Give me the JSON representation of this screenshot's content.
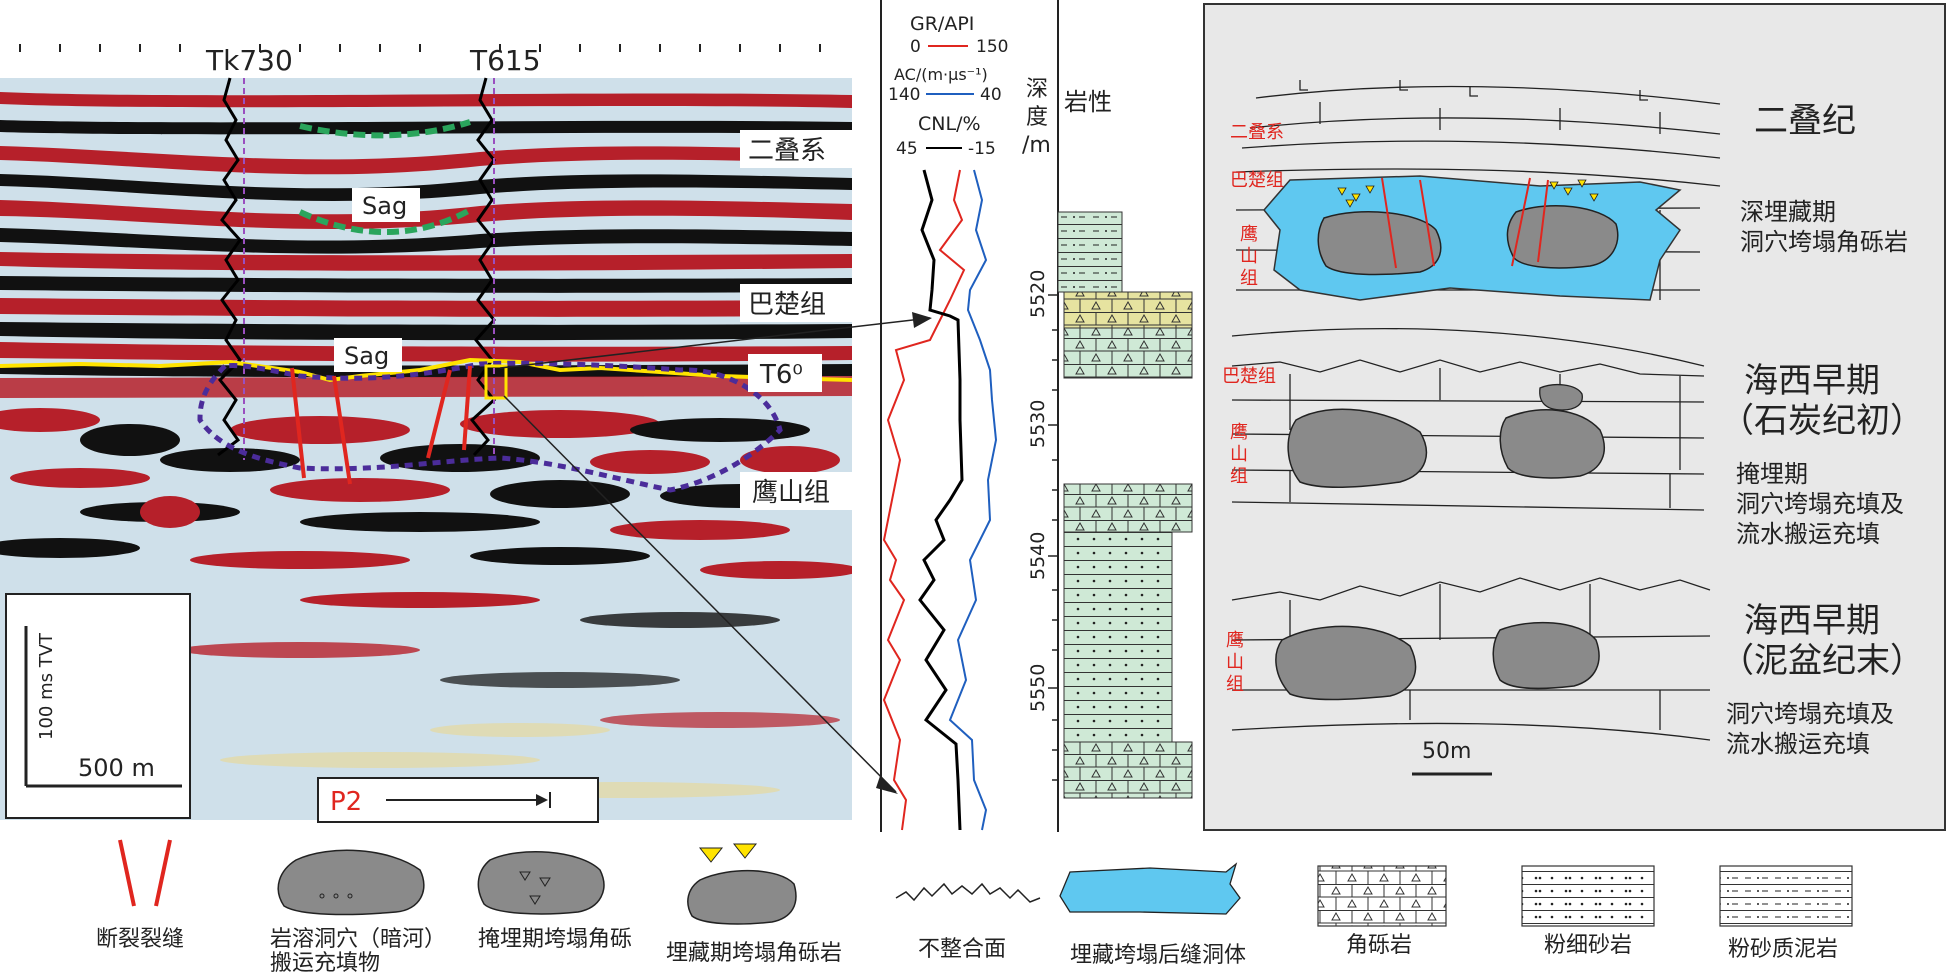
{
  "seismic": {
    "wells": [
      "Tk730",
      "T615"
    ],
    "labels": [
      "二叠系",
      "Sag",
      "巴楚组",
      "Sag",
      "T6⁰",
      "鹰山组"
    ],
    "scale_time": "100 ms TVT",
    "scale_dist": "500 m",
    "profile": "P2"
  },
  "log": {
    "curves": [
      {
        "name": "GR/API",
        "min": "0",
        "max": "150",
        "color": "#e0261f"
      },
      {
        "name": "AC/(m·μs⁻¹)",
        "min": "140",
        "max": "40",
        "color": "#1f5fbf"
      },
      {
        "name": "CNL/%",
        "min": "45",
        "max": "-15",
        "color": "#000000"
      }
    ],
    "depth_header": [
      "深",
      "度",
      "/m"
    ],
    "lith_header": "岩性",
    "depths": [
      "5520",
      "5530",
      "5540",
      "5550"
    ]
  },
  "model": {
    "panels": [
      {
        "title": "二叠纪",
        "desc": [
          "深埋藏期",
          "洞穴垮塌角砾岩"
        ],
        "units": [
          "二叠系",
          "巴楚组",
          "鹰山组"
        ]
      },
      {
        "title": [
          "海西早期",
          "（石炭纪初）"
        ],
        "desc": [
          "掩埋期",
          "洞穴垮塌充填及",
          "流水搬运充填"
        ],
        "units": [
          "巴楚组",
          "鹰山组"
        ]
      },
      {
        "title": [
          "海西早期",
          "（泥盆纪末）"
        ],
        "desc": [
          "洞穴垮塌充填及",
          "流水搬运充填"
        ],
        "units": [
          "鹰山组"
        ]
      }
    ],
    "scale": "50m"
  },
  "legend": [
    {
      "label": [
        "断裂裂缝"
      ]
    },
    {
      "label": [
        "岩溶洞穴（暗河）",
        "搬运充填物"
      ]
    },
    {
      "label": [
        "掩埋期垮塌角砾"
      ]
    },
    {
      "label": [
        "埋藏期垮塌角砾岩"
      ]
    },
    {
      "label": [
        "不整合面"
      ]
    },
    {
      "label": [
        "埋藏垮塌后缝洞体"
      ]
    },
    {
      "label": [
        "角砾岩"
      ]
    },
    {
      "label": [
        "粉细砂岩"
      ]
    },
    {
      "label": [
        "粉砂质泥岩"
      ]
    }
  ],
  "colors": {
    "red": "#e0261f",
    "seis_red": "#b6202a",
    "cave_blue": "#5fc8f0",
    "lith_green": "#cfe9d6",
    "lith_yellow": "#e6e3a0",
    "panel_bg": "#e8e8e8"
  }
}
